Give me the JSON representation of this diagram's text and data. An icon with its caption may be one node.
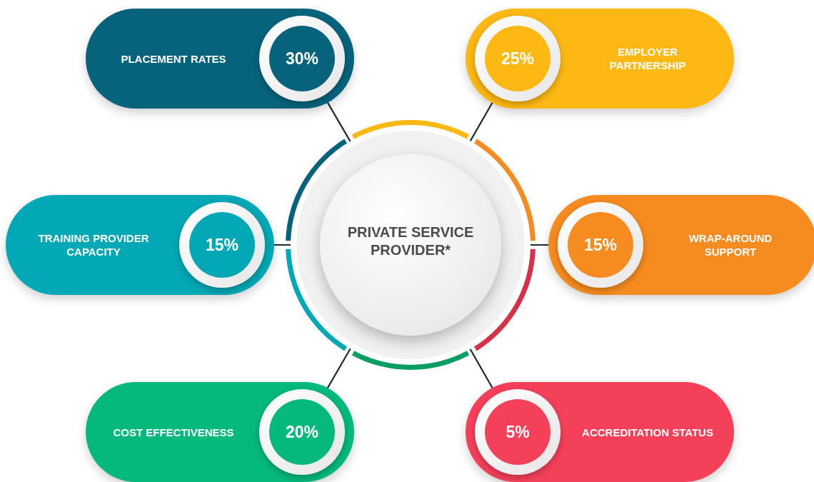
{
  "diagram": {
    "nodes": [
      {
        "text": [
          "PRIVATE SERVICE PROVIDER*"
        ]
      },
      {
        "text": [
          "PLACEMENT RATES",
          "30%"
        ]
      },
      {
        "text": [
          "25%",
          "EMPLOYER PARTNERSHIP"
        ]
      },
      {
        "text": [
          "TRAINING PROVIDER CAPACITY",
          "15%"
        ]
      },
      {
        "text": [
          "15%",
          "WRAP-AROUND SUPPORT"
        ]
      },
      {
        "text": [
          "COST EFFECTIVENESS",
          "20%"
        ]
      },
      {
        "text": [
          "5%",
          "ACCREDITATION STATUS"
        ]
      }
    ],
    "edges": [
      {
        "from": 0,
        "to": 1,
        "arrow": "none"
      },
      {
        "from": 0,
        "to": 2,
        "arrow": "none"
      },
      {
        "from": 0,
        "to": 3,
        "arrow": "none"
      },
      {
        "from": 0,
        "to": 4,
        "arrow": "none"
      },
      {
        "from": 0,
        "to": 5,
        "arrow": "none"
      },
      {
        "from": 0,
        "to": 6,
        "arrow": "none"
      }
    ]
  }
}
